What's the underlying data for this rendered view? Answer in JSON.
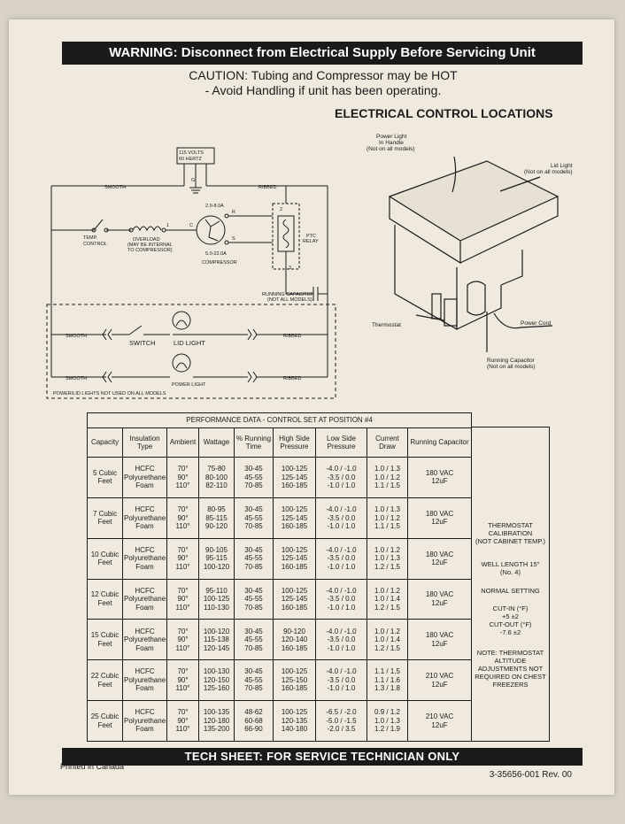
{
  "header": {
    "warning": "WARNING: Disconnect from Electrical Supply Before Servicing Unit",
    "caution_line1": "CAUTION:  Tubing and Compressor may be HOT",
    "caution_line2": "- Avoid Handling if unit has been operating.",
    "section_title": "ELECTRICAL CONTROL LOCATIONS"
  },
  "wiring": {
    "supply_line1": "115 VOLTS",
    "supply_line2": "60 HERTZ",
    "ground": "G",
    "smooth": "SMOOTH",
    "ribbed": "RIBBED",
    "temp_control_line1": "TEMP.",
    "temp_control_line2": "CONTROL",
    "overload_line1": "OVERLOAD",
    "overload_line2": "(MAY BE INTERNAL",
    "overload_line3": "TO COMPRESSOR)",
    "amps_high": "2.0-8.0A",
    "amps_low": "5.0-22.0A",
    "compressor": "COMPRESSOR",
    "ptc_line1": "PTC",
    "ptc_line2": "RELAY",
    "running_cap_line1": "RUNNING CAPACITOR",
    "running_cap_line2": "(NOT ALL MODELS)",
    "terminal_r": "R",
    "terminal_s": "S",
    "terminal_c": "C",
    "terminal_1": "1",
    "terminal_2": "2",
    "terminal_3": "3",
    "switch": "SWITCH",
    "lid_light": "LID LIGHT",
    "power_light": "POWER LIGHT",
    "lights_note": "POWER/LID LIGHTS NOT USED ON ALL MODELS"
  },
  "locations": {
    "power_light_line1": "Power Light",
    "power_light_line2": "In Handle",
    "power_light_line3": "(Not on all models)",
    "lid_light_line1": "Lid Light",
    "lid_light_line2": "(Not on all models)",
    "thermostat": "Thermostat",
    "power_cord": "Power Cord",
    "running_cap_line1": "Running Capacitor",
    "running_cap_line2": "(Not on all models)"
  },
  "table": {
    "title": "PERFORMANCE DATA - CONTROL SET AT POSITION #4",
    "headers": [
      "Capacity",
      "Insulation Type",
      "Ambient",
      "Wattage",
      "% Running Time",
      "High Side Pressure",
      "Low Side Pressure",
      "Current Draw",
      "Running Capacitor"
    ],
    "rows": [
      [
        "5 Cubic\nFeet",
        "HCFC\nPolyurethane\nFoam",
        "70°\n90°\n110°",
        "75-80\n80-100\n82-110",
        "30-45\n45-55\n70-85",
        "100-125\n125-145\n160-185",
        "-4.0 / -1.0\n-3.5 / 0.0\n-1.0 / 1.0",
        "1.0 / 1.3\n1.0 / 1.2\n1.1 / 1.5",
        "180 VAC\n12uF"
      ],
      [
        "7 Cubic\nFeet",
        "HCFC\nPolyurethane\nFoam",
        "70°\n90°\n110°",
        "80-95\n85-115\n90-120",
        "30-45\n45-55\n70-85",
        "100-125\n125-145\n160-185",
        "-4.0 / -1.0\n-3.5 / 0.0\n-1.0 / 1.0",
        "1.0 / 1.3\n1.0 / 1.2\n1.1 / 1.5",
        "180 VAC\n12uF"
      ],
      [
        "10 Cubic\nFeet",
        "HCFC\nPolyurethane\nFoam",
        "70°\n90°\n110°",
        "90-105\n95-115\n100-120",
        "30-45\n45-55\n70-85",
        "100-125\n125-145\n160-185",
        "-4.0 / -1.0\n-3.5 / 0.0\n-1.0 / 1.0",
        "1.0 / 1.2\n1.0 / 1.3\n1.2 / 1.5",
        "180 VAC\n12uF"
      ],
      [
        "12 Cubic\nFeet",
        "HCFC\nPolyurethane\nFoam",
        "70°\n90°\n110°",
        "95-110\n100-125\n110-130",
        "30-45\n45-55\n70-85",
        "100-125\n125-145\n160-185",
        "-4.0 / -1.0\n-3.5 / 0.0\n-1.0 / 1.0",
        "1.0 / 1.2\n1.0 / 1.4\n1.2 / 1.5",
        "180 VAC\n12uF"
      ],
      [
        "15 Cubic\nFeet",
        "HCFC\nPolyurethane\nFoam",
        "70°\n90°\n110°",
        "100-120\n115-138\n120-145",
        "30-45\n45-55\n70-85",
        "90-120\n120-140\n160-185",
        "-4.0 / -1.0\n-3.5 / 0.0\n-1.0 / 1.0",
        "1.0 / 1.2\n1.0 / 1.4\n1.2 / 1.5",
        "180 VAC\n12uF"
      ],
      [
        "22 Cubic\nFeet",
        "HCFC\nPolyurethane\nFoam",
        "70°\n90°\n110°",
        "100-130\n120-150\n125-160",
        "30-45\n45-55\n70-85",
        "100-125\n125-150\n160-185",
        "-4.0 / -1.0\n-3.5 / 0.0\n-1.0 / 1.0",
        "1.1 / 1.5\n1.1 / 1.6\n1.3 / 1.8",
        "210 VAC\n12uF"
      ],
      [
        "25 Cubic\nFeet",
        "HCFC\nPolyurethane\nFoam",
        "70°\n90°\n110°",
        "100-135\n120-180\n135-200",
        "48-62\n60-68\n66-90",
        "100-125\n120-135\n140-180",
        "-6.5 / -2.0\n-5.0 / -1.5\n-2.0 / 3.5",
        "0.9 / 1.2\n1.0 / 1.3\n1.2 / 1.9",
        "210 VAC\n12uF"
      ]
    ],
    "notes": {
      "calibration": "THERMOSTAT\nCALIBRATION\n(NOT CABINET TEMP.)",
      "well_length": "WELL LENGTH 15\"\n(No. 4)",
      "normal": "NORMAL SETTING",
      "cut_in": "CUT-IN (°F)\n+5 ±2\nCUT-OUT (°F)\n-7.6 ±2",
      "altitude": "NOTE: THERMOSTAT\nALTITUDE\nADJUSTMENTS NOT\nREQUIRED ON CHEST\nFREEZERS"
    }
  },
  "footer": {
    "tech_sheet": "TECH SHEET:  FOR SERVICE TECHNICIAN ONLY",
    "printed": "Printed in Canada",
    "part_number": "3-35656-001 Rev. 00"
  }
}
